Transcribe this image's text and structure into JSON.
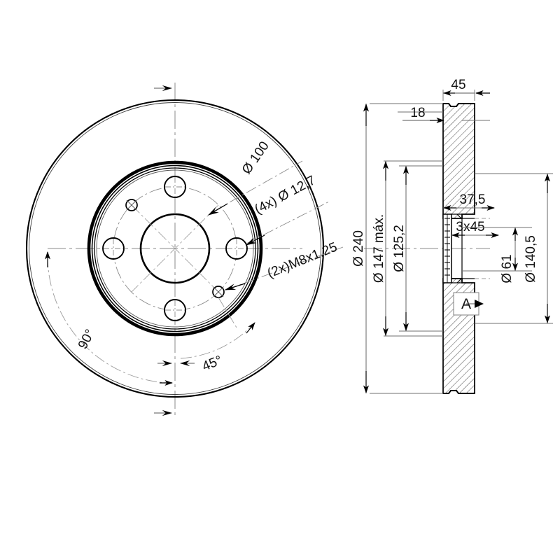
{
  "drawing": {
    "title": "Brake Disc Technical Drawing",
    "line_color": "#000000",
    "thin_line_color": "#5a5a5a",
    "hatch_color": "#555555",
    "text_color": "#111111",
    "background": "#ffffff",
    "front_view": {
      "name": "front-view",
      "labels": [
        {
          "id": "pcd-100",
          "text": "Ø 100",
          "rotation": -55
        },
        {
          "id": "bolt-holes",
          "text": "(4x) Ø 12,7",
          "rotation": -28
        },
        {
          "id": "thread-holes",
          "text": "(2x)M8x1,25",
          "rotation": -22
        },
        {
          "id": "angle-90",
          "text": "90°",
          "rotation": -62
        },
        {
          "id": "angle-45",
          "text": "45°",
          "rotation": -22
        }
      ],
      "hole_count_large": 4,
      "hole_count_small": 2,
      "large_hole_spacing_deg": 90,
      "small_hole_angle_deg": 45
    },
    "section_view": {
      "name": "section-view",
      "labels": [
        {
          "id": "width-45",
          "text": "45",
          "orientation": "horizontal"
        },
        {
          "id": "width-18",
          "text": "18",
          "orientation": "horizontal"
        },
        {
          "id": "offset-375",
          "text": "37,5",
          "orientation": "horizontal"
        },
        {
          "id": "chamfer-3x45",
          "text": "3x45",
          "orientation": "horizontal"
        },
        {
          "id": "dia-240",
          "text": "Ø 240",
          "orientation": "vertical"
        },
        {
          "id": "dia-147-max",
          "text": "Ø 147 máx.",
          "orientation": "vertical"
        },
        {
          "id": "dia-1252",
          "text": "Ø 125,2",
          "orientation": "vertical"
        },
        {
          "id": "dia-61",
          "text": "Ø 61",
          "orientation": "vertical"
        },
        {
          "id": "dia-1405",
          "text": "Ø 140,5",
          "orientation": "vertical"
        }
      ],
      "datum": {
        "id": "datum-a",
        "text": "A"
      }
    }
  }
}
